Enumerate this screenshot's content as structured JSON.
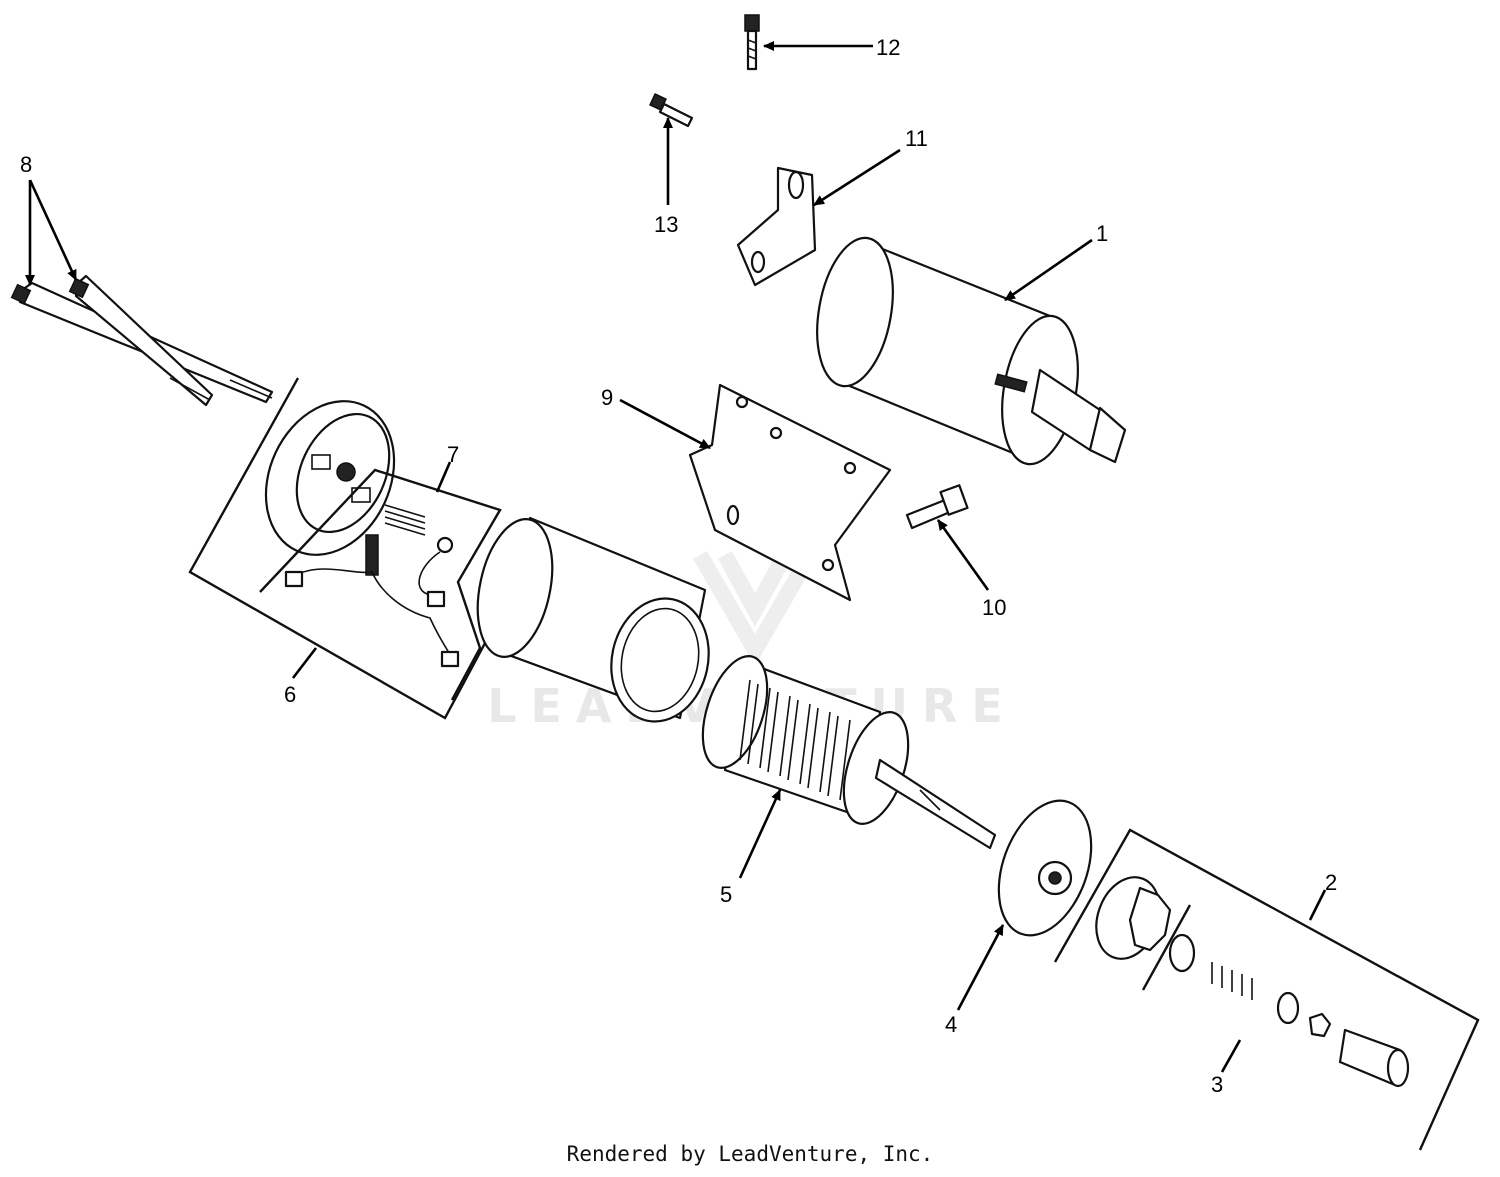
{
  "callouts": {
    "c1": "1",
    "c2": "2",
    "c3": "3",
    "c4": "4",
    "c5": "5",
    "c6": "6",
    "c7": "7",
    "c8": "8",
    "c9": "9",
    "c10": "10",
    "c11": "11",
    "c12": "12",
    "c13": "13"
  },
  "watermark": "LEADVENTURE",
  "footer": {
    "credit": "Rendered by LeadVenture, Inc."
  }
}
